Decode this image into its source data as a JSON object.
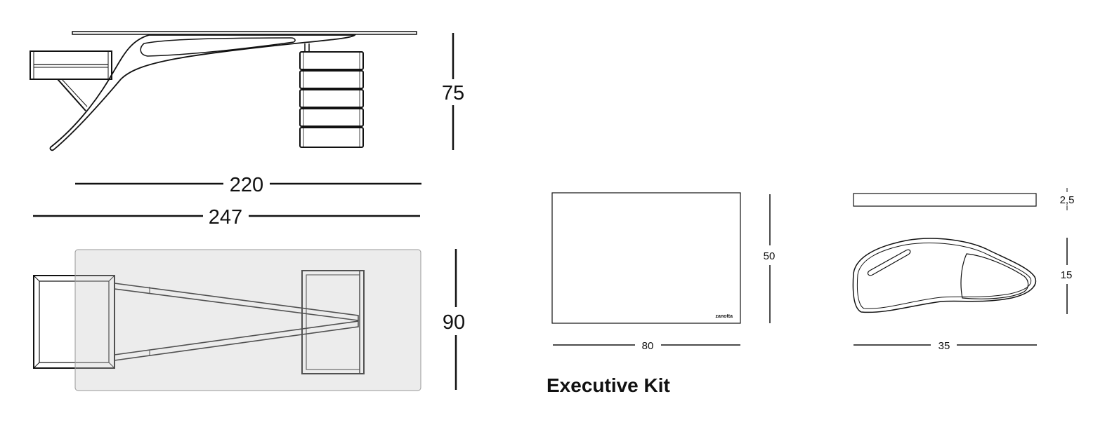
{
  "desk": {
    "side_view": {
      "height_label": "75"
    },
    "width_inner_label": "220",
    "width_outer_label": "247",
    "top_view": {
      "depth_label": "90"
    }
  },
  "executive_kit": {
    "title": "Executive Kit",
    "pad": {
      "width_label": "80",
      "height_label": "50",
      "logo": "zanotta"
    },
    "tray": {
      "thickness_label": "2,5",
      "depth_label": "15",
      "width_label": "35"
    }
  }
}
